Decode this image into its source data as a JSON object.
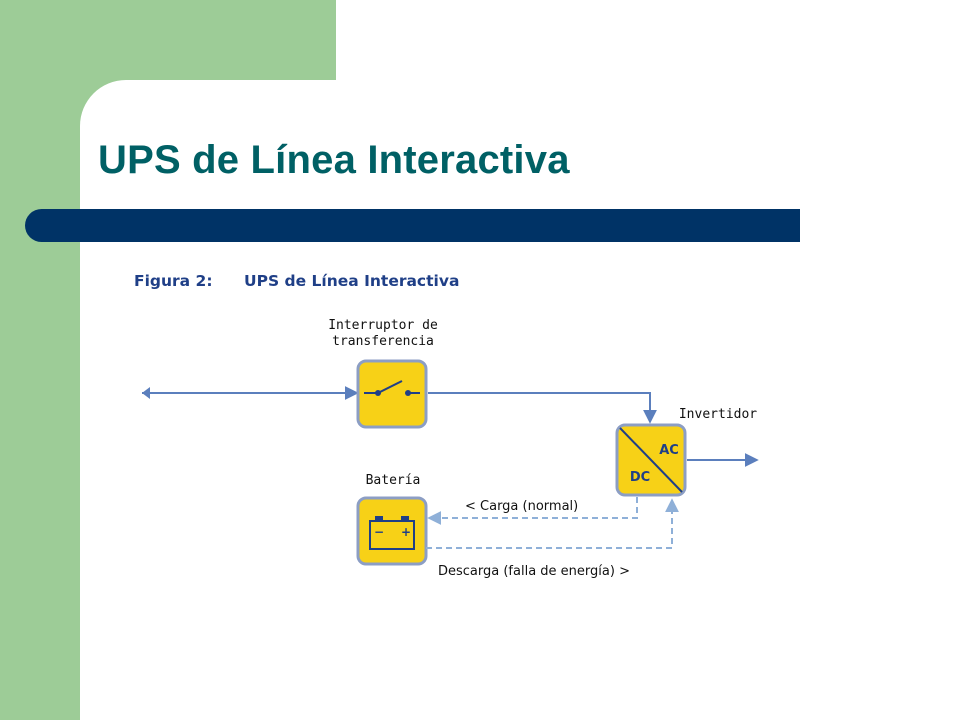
{
  "slide": {
    "title": "UPS de Línea Interactiva"
  },
  "figure": {
    "number_label": "Figura 2:",
    "title": "UPS de Línea Interactiva",
    "switch_label_line1": "Interruptor de",
    "switch_label_line2": "transferencia",
    "inverter_label": "Invertidor",
    "inverter_ac": "AC",
    "inverter_dc": "DC",
    "battery_label": "Batería",
    "battery_minus": "−",
    "battery_plus": "+",
    "charge_label": "< Carga (normal)",
    "discharge_label": "Descarga (falla de energía) >"
  },
  "colors": {
    "green_side": "#9dcc97",
    "title_teal": "#006065",
    "bar_navy": "#003366",
    "line_blue": "#5b7fbd",
    "dashed_blue": "#8fb0d8",
    "box_yellow": "#f7d117",
    "box_border": "#8c9ec4",
    "fig_orange": "#e37f2a",
    "fig_blue": "#1f3f87"
  }
}
